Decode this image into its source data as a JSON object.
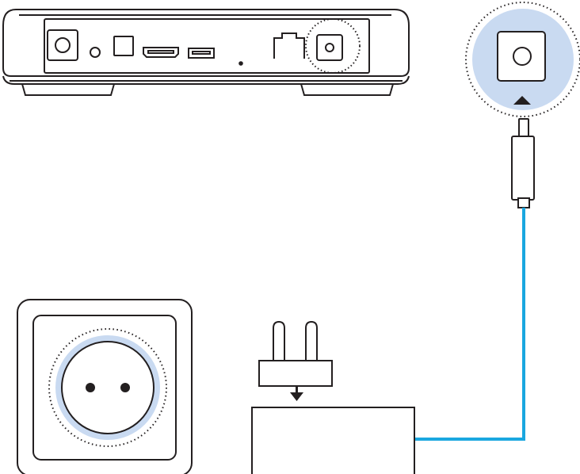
{
  "colors": {
    "stroke": "#231f20",
    "background": "#ffffff",
    "highlight": "#c9daf1",
    "cable": "#1aa7e0"
  },
  "components": {
    "set_top_box": {
      "name": "set-top-box",
      "ports": [
        "power-button",
        "ir-sensor",
        "optical-port",
        "hdmi-port",
        "usb-port",
        "reset-hole",
        "ethernet-port",
        "dc-in-port"
      ],
      "highlighted_port": "dc-in-port"
    },
    "zoom_callout": {
      "name": "dc-in-zoom",
      "arrow_icon": "triangle-up-icon"
    },
    "power_adapter": {
      "name": "power-adapter",
      "plug_insert_arrow_icon": "arrow-down-icon"
    },
    "wall_socket": {
      "name": "wall-socket",
      "type": "two-pin"
    }
  },
  "connections": [
    {
      "from": "power-adapter",
      "to": "dc-in-port",
      "cable": "power-cable"
    }
  ]
}
